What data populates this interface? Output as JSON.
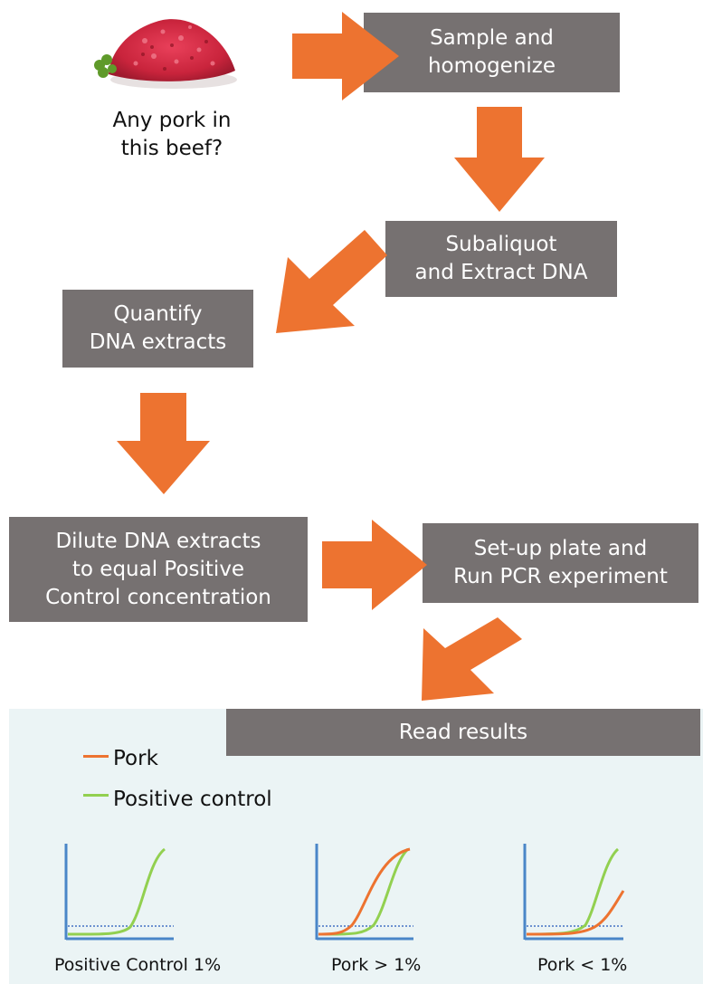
{
  "question": "Any pork in\nthis beef?",
  "steps": {
    "sample": "Sample and\nhomogenize",
    "extract": "Subaliquot\nand Extract DNA",
    "quantify": "Quantify\nDNA extracts",
    "dilute": "Dilute DNA extracts\nto equal Positive\nControl concentration",
    "setup": "Set-up plate and\nRun PCR experiment",
    "read": "Read results"
  },
  "legend": {
    "pork": "Pork",
    "positive_control": "Positive control"
  },
  "charts": {
    "control": "Positive Control 1%",
    "pork_gt": "Pork > 1%",
    "pork_lt": "Pork < 1%"
  },
  "colors": {
    "box": "#767171",
    "arrow": "#ED7330",
    "pork": "#ED7330",
    "positive_control": "#92D050",
    "axis": "#4A86C8",
    "threshold": "#4472C4",
    "panel": "#EBF4F5"
  }
}
